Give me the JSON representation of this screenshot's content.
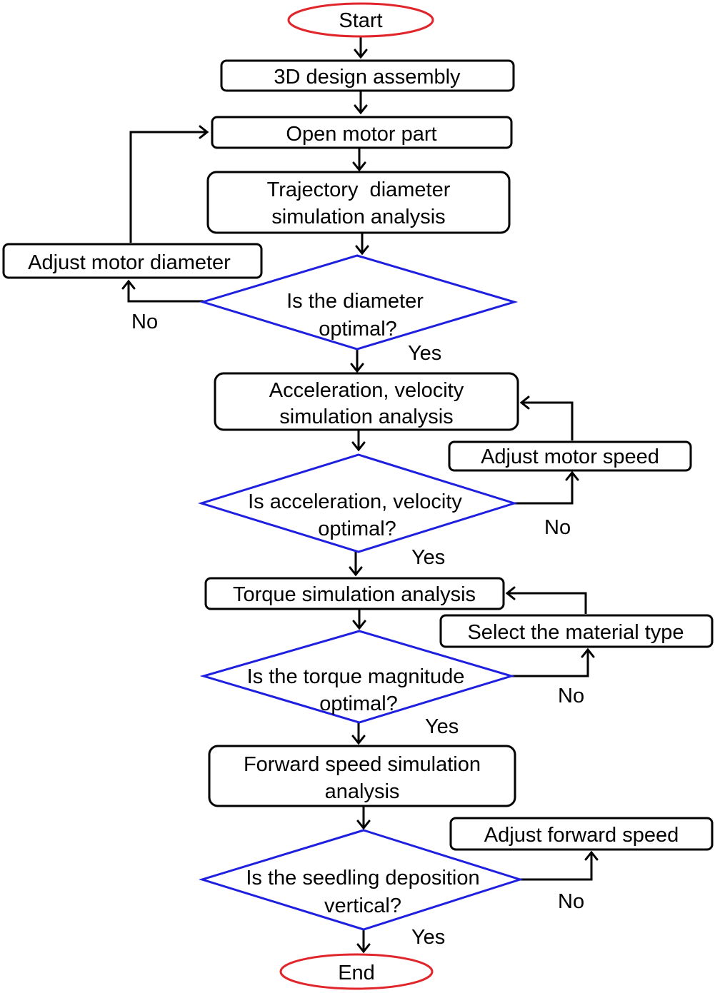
{
  "colors": {
    "terminal_border": "#e0262b",
    "decision_border": "#1f1fe0",
    "process_border": "#000000",
    "arrow": "#000000"
  },
  "flowchart": {
    "start": "Start",
    "end": "End",
    "processes": {
      "design_assembly": "3D design assembly",
      "open_motor_part": "Open motor part",
      "trajectory_analysis": [
        "Trajectory  diameter",
        "simulation analysis"
      ],
      "adjust_motor_diameter": "Adjust motor diameter",
      "acceleration_analysis": [
        "Acceleration, velocity",
        "simulation analysis"
      ],
      "adjust_motor_speed": "Adjust motor speed",
      "torque_analysis": "Torque simulation analysis",
      "select_material": "Select the material type",
      "forward_speed_analysis": [
        "Forward speed simulation",
        "analysis"
      ],
      "adjust_forward_speed": "Adjust forward speed"
    },
    "decisions": {
      "diameter_optimal": [
        "Is the diameter",
        "optimal?"
      ],
      "acceleration_optimal": [
        "Is acceleration, velocity",
        "optimal?"
      ],
      "torque_optimal": [
        "Is the torque magnitude",
        "optimal?"
      ],
      "seedling_vertical": [
        "Is the seedling deposition",
        "vertical?"
      ]
    },
    "branch_labels": {
      "yes": "Yes",
      "no": "No"
    }
  }
}
